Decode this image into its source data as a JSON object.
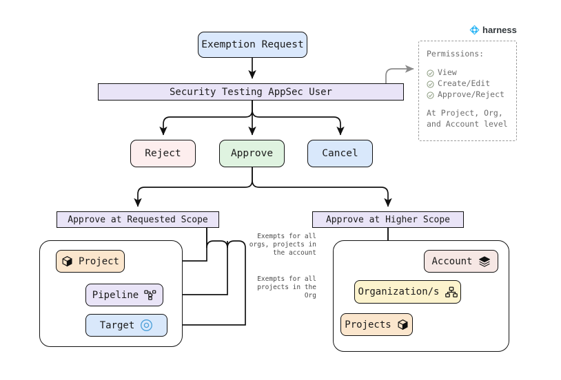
{
  "brand": {
    "name": "harness",
    "logo_icon": "harness-diamond-icon",
    "color": "#2ab5f5"
  },
  "flow": {
    "exemption_request": "Exemption Request",
    "security_bar": "Security Testing AppSec User",
    "actions": [
      {
        "label": "Reject",
        "color": "#fdeeee"
      },
      {
        "label": "Approve",
        "color": "#dff3e0"
      },
      {
        "label": "Cancel",
        "color": "#d9e8fb"
      }
    ],
    "scopes": [
      {
        "label": "Approve at Requested Scope"
      },
      {
        "label": "Approve at Higher Scope"
      }
    ]
  },
  "requested_scope": {
    "items": [
      {
        "label": "Project",
        "icon": "cube-icon",
        "color": "#fbe6cd"
      },
      {
        "label": "Pipeline",
        "icon": "pipeline-icon",
        "color": "#e9e4f7"
      },
      {
        "label": "Target",
        "icon": "target-icon",
        "color": "#d9e8fb"
      }
    ]
  },
  "higher_scope": {
    "items": [
      {
        "label": "Account",
        "icon": "layers-icon",
        "color": "#f6e7e4"
      },
      {
        "label": "Organization/s",
        "icon": "org-chart-icon",
        "color": "#fcf3cd"
      },
      {
        "label": "Projects",
        "icon": "cube-icon",
        "color": "#fbe6cd"
      }
    ]
  },
  "annotations": {
    "account_note": "Exempts for all orgs, projects in the account",
    "org_note": "Exempts for all projects in the Org"
  },
  "permissions": {
    "title": "Permissions:",
    "items": [
      "View",
      "Create/Edit",
      "Approve/Reject"
    ],
    "check_icon": "check-circle-icon",
    "footer": "At Project, Org, and Account level"
  }
}
